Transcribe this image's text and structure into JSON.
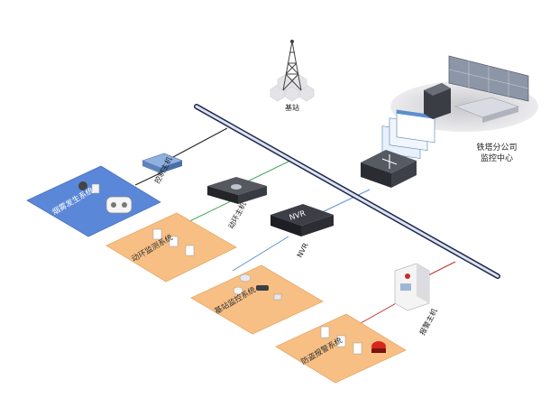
{
  "labels": {
    "base_station": "基站",
    "center_line1": "铁塔分公司",
    "center_line2": "监控中心",
    "control_host": "控制主机",
    "env_host": "动环主机",
    "nvr_box": "NVR",
    "nvr_label": "NVR",
    "alarm_host": "报警主机",
    "smoke_system": "烟雾发生系统",
    "env_monitor_system": "动环监测系统",
    "base_monitor_system": "基站监控系统",
    "theft_alarm_system": "防盗报警系统"
  },
  "colors": {
    "backbone": "#1e2a52",
    "backbone_fill": "#dde2ec",
    "link_black": "#222222",
    "link_green": "#4aa860",
    "link_blue": "#5b8ed0",
    "link_red": "#c0302a",
    "panel_blue": "#5b87d8",
    "panel_orange": "#f7bf84"
  }
}
